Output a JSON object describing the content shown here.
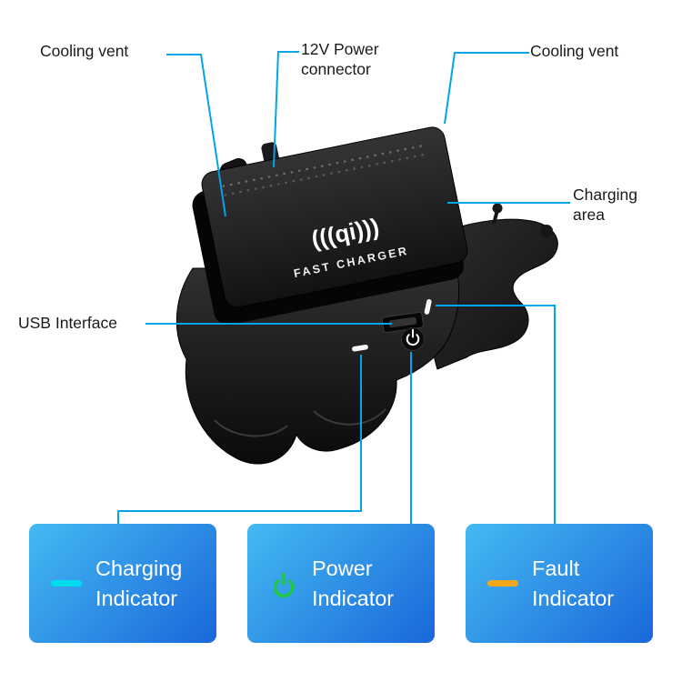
{
  "callouts": {
    "cooling_vent_left": "Cooling vent",
    "power_connector": "12V Power connector",
    "cooling_vent_right": "Cooling vent",
    "charging_area": "Charging area",
    "usb_interface": "USB Interface"
  },
  "device": {
    "logo": "(((qi)))",
    "brand": "FAST CHARGER"
  },
  "legend": [
    {
      "id": "charging",
      "label": "Charging Indicator",
      "icon": "charging-indicator-dash-icon",
      "icon_color": "#00dcee"
    },
    {
      "id": "power",
      "label": "Power Indicator",
      "icon": "power-icon",
      "icon_color": "#1ec93a"
    },
    {
      "id": "fault",
      "label": "Fault Indicator",
      "icon": "fault-indicator-dash-icon",
      "icon_color": "#f2a71b"
    }
  ],
  "colors": {
    "callout_line": "#00a6e8",
    "label_text": "#1a1a1a",
    "card_gradient_start": "#44baf3",
    "card_gradient_end": "#1a67d9"
  }
}
